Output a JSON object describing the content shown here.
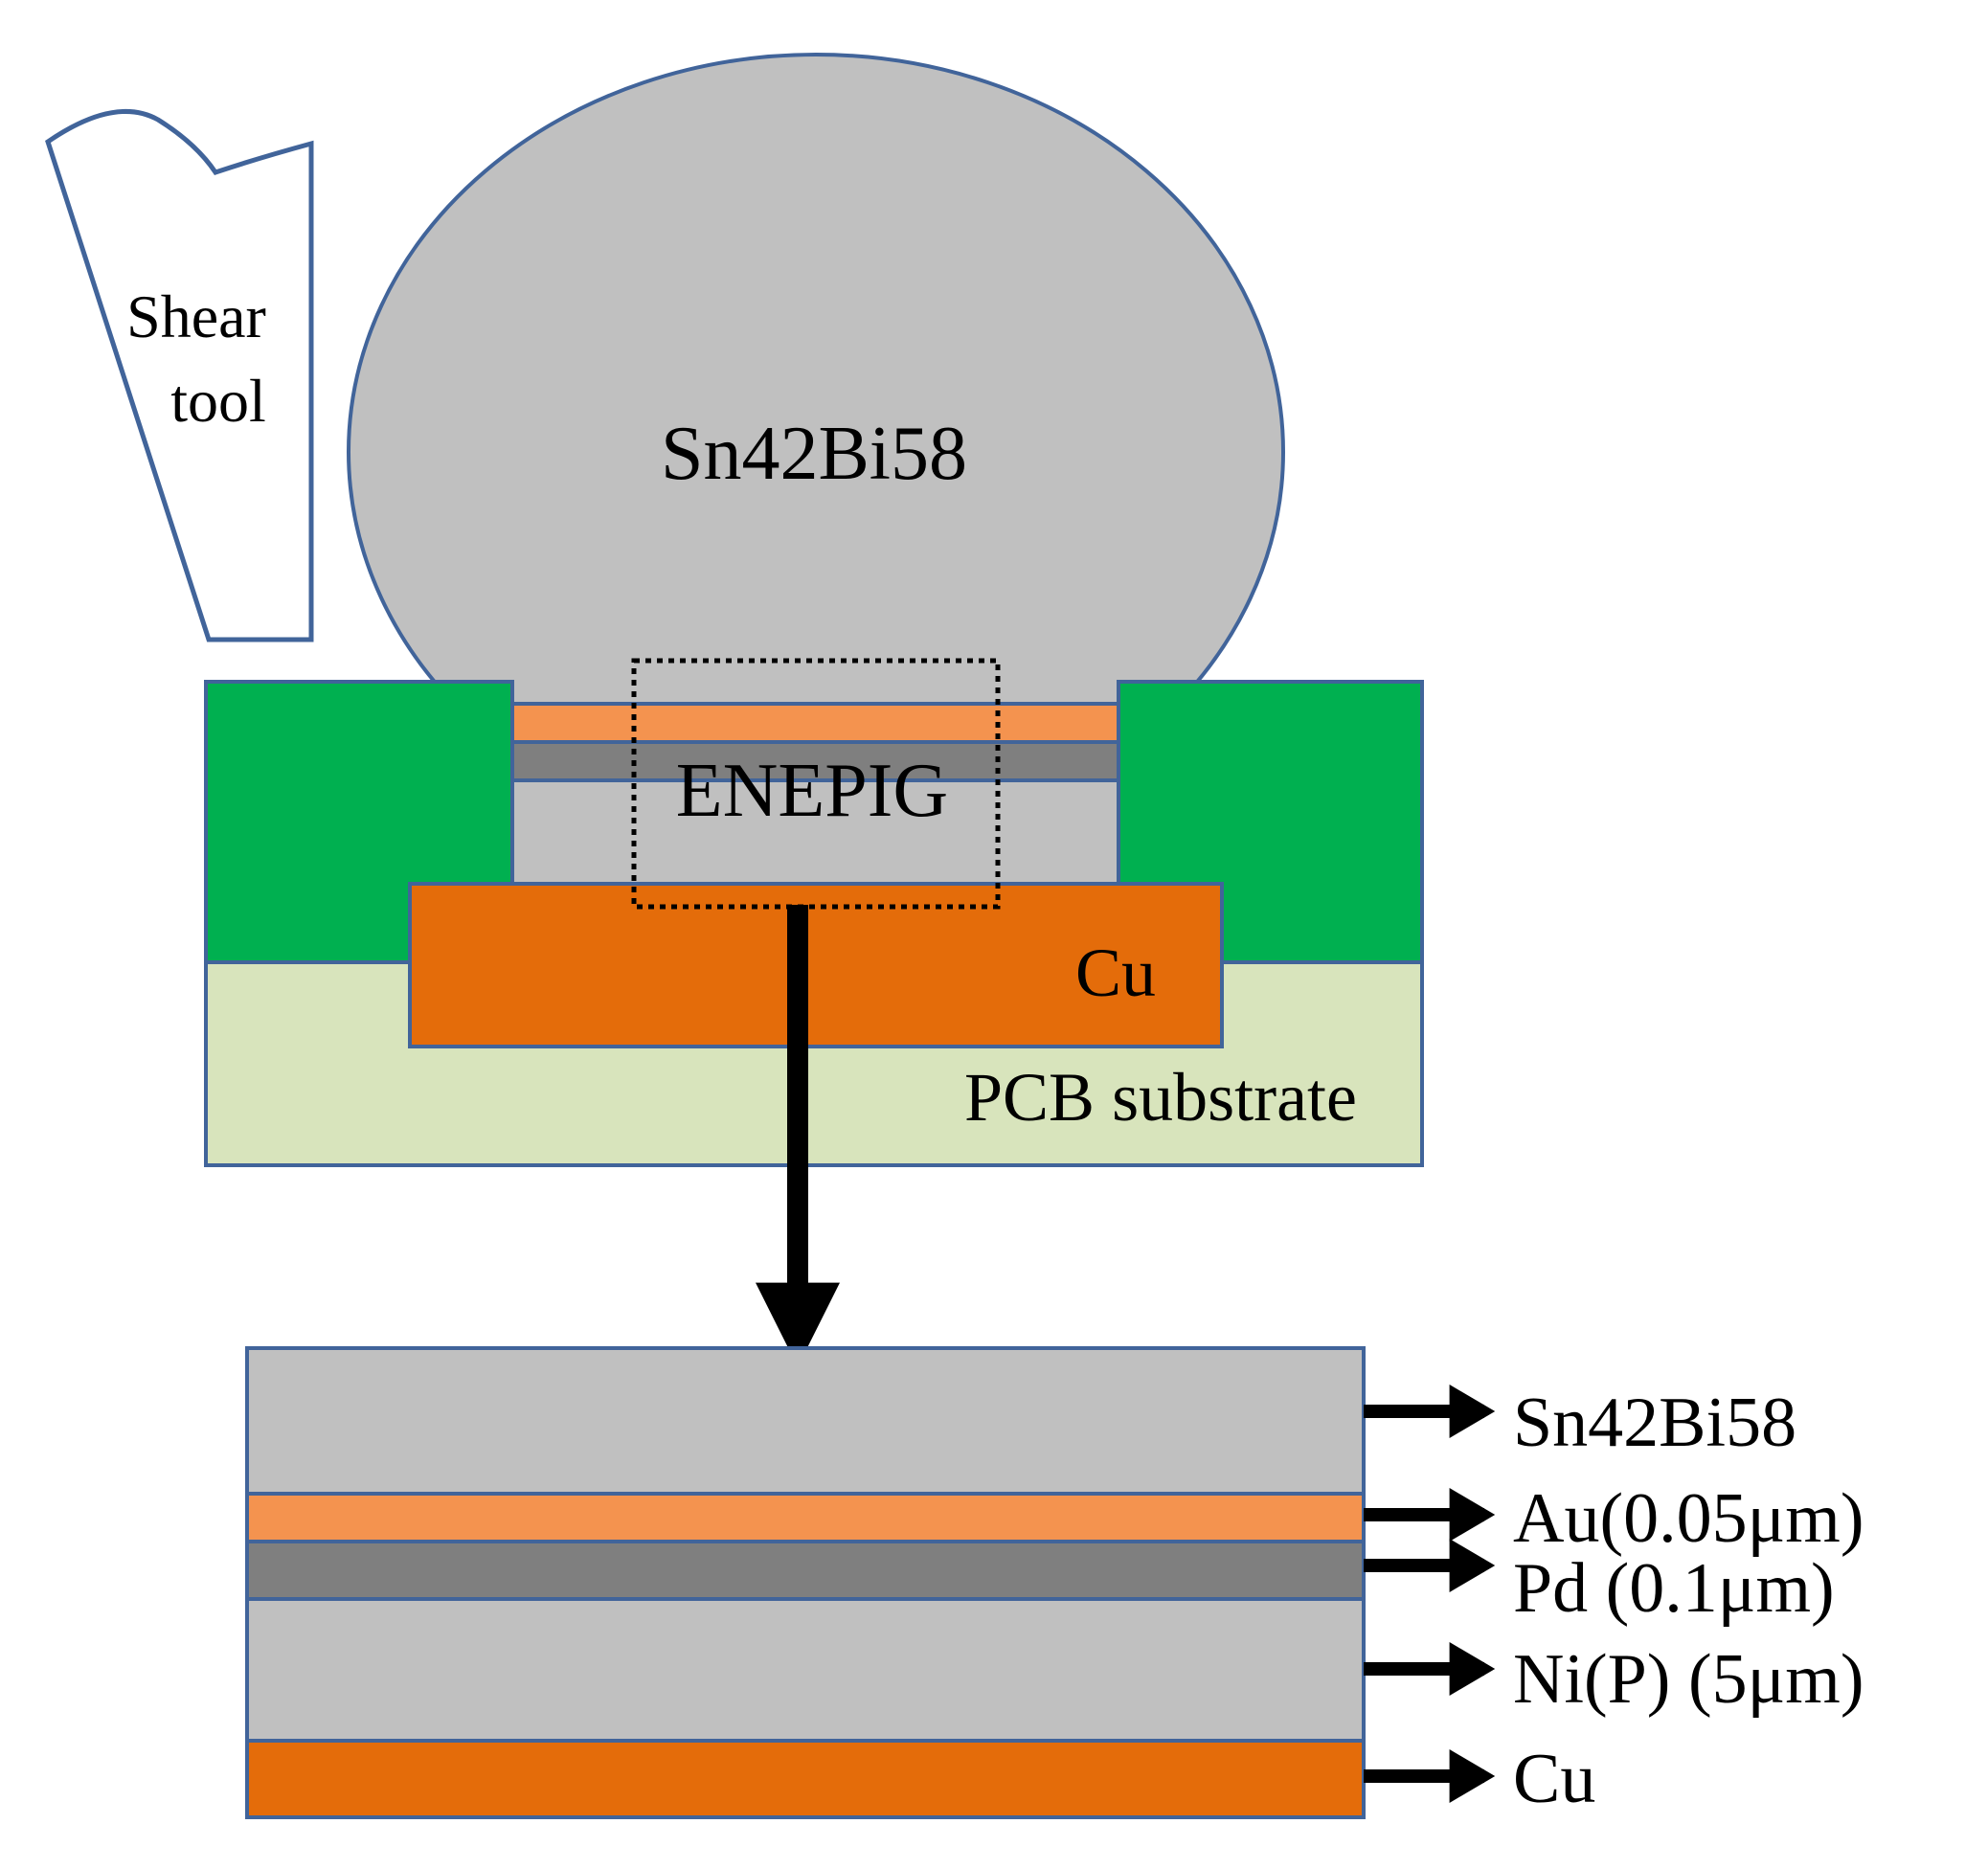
{
  "colors": {
    "solder": "#c0c0c0",
    "au": "#f4934f",
    "pd": "#7f7f7f",
    "nip": "#c0c0c0",
    "cu": "#e46c0a",
    "solder_mask": "#00b050",
    "substrate": "#d8e4bc",
    "outline": "#41649a"
  },
  "labels": {
    "shear_tool_line1": "Shear",
    "shear_tool_line2": "tool",
    "solder_ball": "Sn42Bi58",
    "enepig": "ENEPIG",
    "cu_pad": "Cu",
    "pcb_substrate": "PCB substrate"
  },
  "layers": [
    {
      "key": "solder",
      "label": "Sn42Bi58"
    },
    {
      "key": "au",
      "label": "Au(0.05μm)"
    },
    {
      "key": "pd",
      "label": "Pd (0.1μm)"
    },
    {
      "key": "nip",
      "label": "Ni(P) (5μm)"
    },
    {
      "key": "cu",
      "label": "Cu"
    }
  ]
}
